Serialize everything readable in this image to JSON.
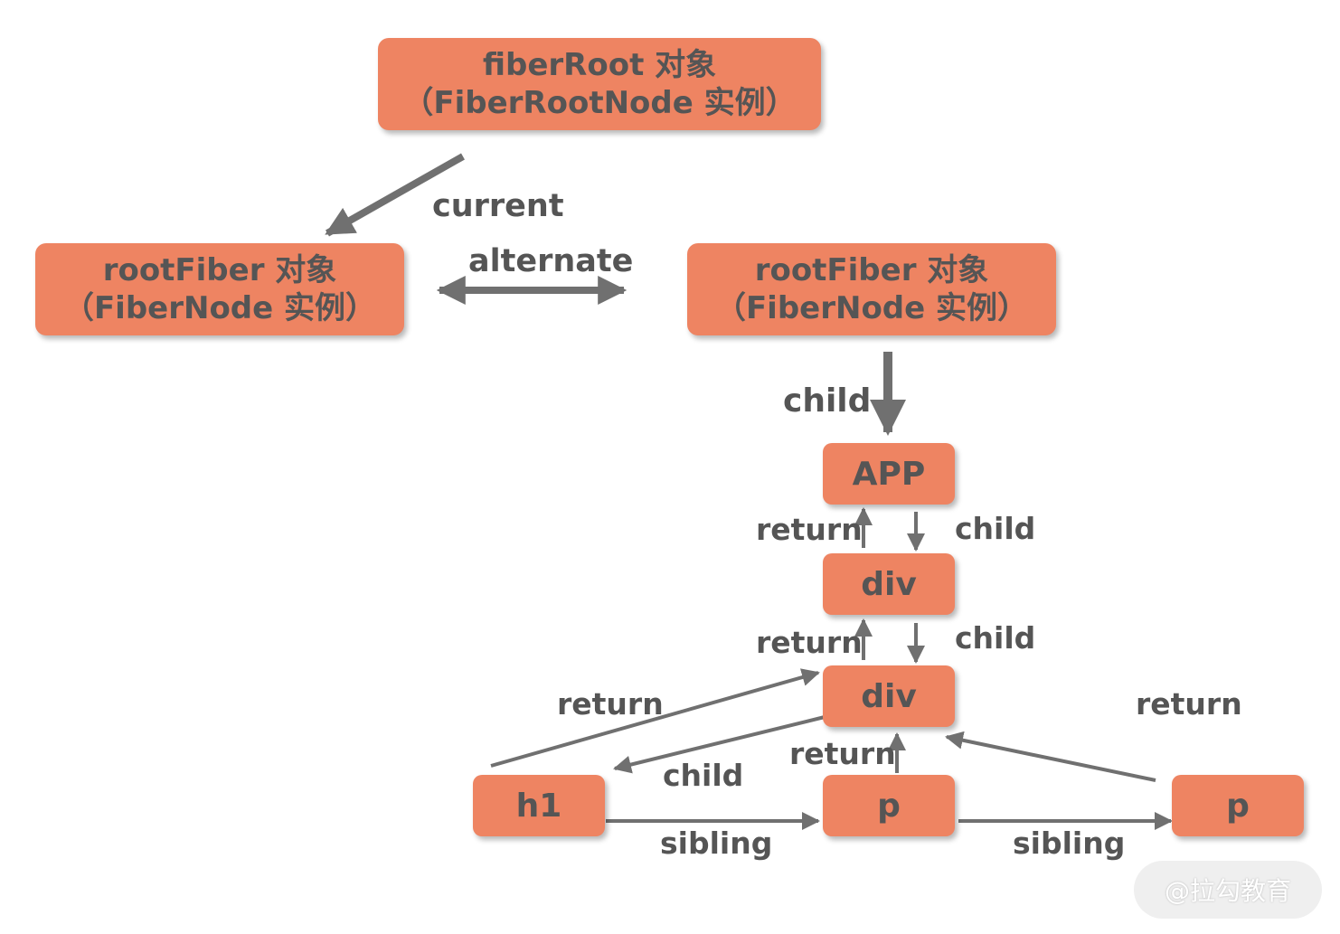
{
  "nodes": {
    "fiber_root": {
      "line1": "fiberRoot 对象",
      "line2": "（FiberRootNode 实例）"
    },
    "root_fiber_current": {
      "line1": "rootFiber 对象",
      "line2": "（FiberNode 实例）"
    },
    "root_fiber_alternate": {
      "line1": "rootFiber 对象",
      "line2": "（FiberNode 实例）"
    },
    "app": "APP",
    "div_outer": "div",
    "div_inner": "div",
    "h1": "h1",
    "p_first": "p",
    "p_second": "p"
  },
  "edge_labels": {
    "current": "current",
    "alternate": "alternate",
    "root_child": "child",
    "app_return": "return",
    "app_child": "child",
    "div_return": "return",
    "div_child": "child",
    "h1_return": "return",
    "h1_child": "child",
    "p_return": "return",
    "p2_return": "return",
    "sibling_1": "sibling",
    "sibling_2": "sibling"
  },
  "watermark": "@拉勾教育",
  "colors": {
    "node_fill": "#ee8462",
    "arrow": "#707070",
    "text": "#555555"
  }
}
